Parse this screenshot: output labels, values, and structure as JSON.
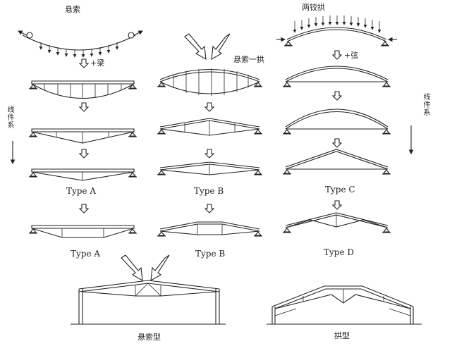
{
  "labels": {
    "suspension_cable": "悬索",
    "three_hinged_arch": "两铰拱",
    "plus_beam": "+梁",
    "plus_chord": "+弦",
    "cable_arch": "悬索一拱",
    "linear_left": "线件系",
    "linear_right": "线件系",
    "type_a_1": "Type A",
    "type_b_1": "Type B",
    "type_c": "Type C",
    "type_a_2": "Type A",
    "type_b_2": "Type B",
    "type_d": "Type D",
    "cable_type": "悬索型",
    "arch_type": "拱型"
  }
}
